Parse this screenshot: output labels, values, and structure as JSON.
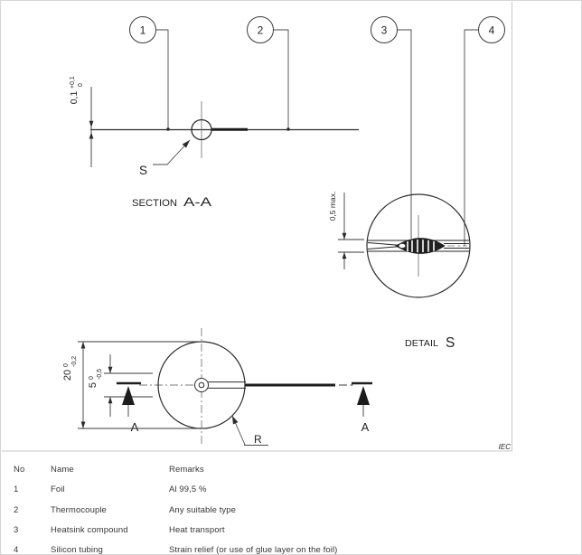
{
  "drawing": {
    "balloons": [
      "1",
      "2",
      "3",
      "4"
    ],
    "section_view": {
      "caption": {
        "prefix": "SECTION",
        "ref": "A-A"
      },
      "detail_marker": "S",
      "thickness_dim": {
        "value": "0,1",
        "tol_upper": "+0,1",
        "tol_lower": "0"
      }
    },
    "detail_view": {
      "caption": {
        "prefix": "DETAIL",
        "ref": "S"
      },
      "thickness_dim": "0,5 max."
    },
    "plan_view": {
      "diameter_dim": {
        "value": "20",
        "tol_upper": "0",
        "tol_lower": "-0,2"
      },
      "center_dim": {
        "value": "5",
        "tol_upper": "0",
        "tol_lower": "-0,5"
      },
      "cut_label_left": "A",
      "cut_label_right": "A",
      "radius_label": "R"
    },
    "credit": "IEC"
  },
  "table": {
    "headers": {
      "no": "No",
      "name": "Name",
      "remarks": "Remarks"
    },
    "rows": [
      {
        "no": "1",
        "name": "Foil",
        "remarks": "Al 99,5 %"
      },
      {
        "no": "2",
        "name": "Thermocouple",
        "remarks": "Any suitable type"
      },
      {
        "no": "3",
        "name": "Heatsink compound",
        "remarks": "Heat transport"
      },
      {
        "no": "4",
        "name": "Silicon tubing",
        "remarks": "Strain relief (or use of glue layer on the foil)"
      }
    ]
  },
  "colors": {
    "line": "#2b2b2b",
    "centerline": "#7a7a7a",
    "frame": "#c8c8c8",
    "credit_text": "#9a9a9a",
    "table_text": "#363636"
  }
}
